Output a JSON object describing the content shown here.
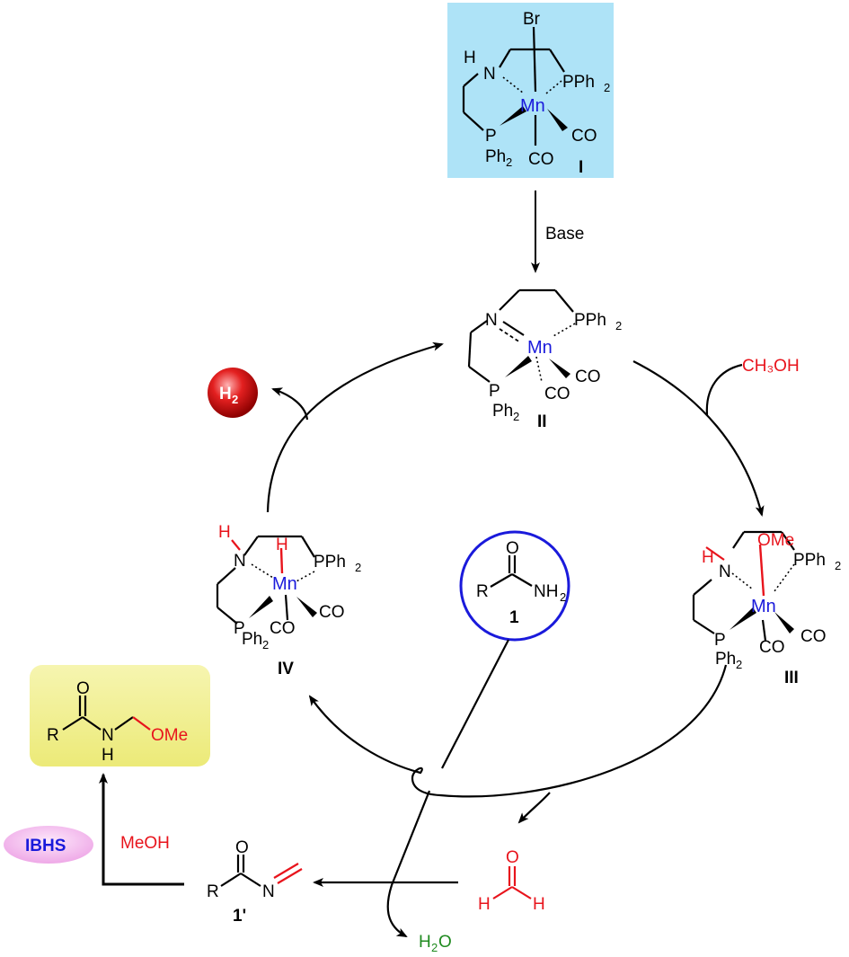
{
  "atoms": {
    "br": "Br",
    "h": "H",
    "n": "N",
    "p": "P",
    "pph": "PPh",
    "ph": "Ph",
    "sub2": "2",
    "mn": "Mn",
    "co": "CO",
    "o": "O",
    "r": "R",
    "nh": "NH",
    "ome": "OMe"
  },
  "labels": {
    "cat_i": "I",
    "cat_ii": "II",
    "cat_iii": "III",
    "cat_iv": "IV",
    "amide": "1",
    "imine": "1'"
  },
  "reagents": {
    "base": "Base",
    "ch3oh": "CH₃OH",
    "meoh": "MeOH",
    "h2o_h": "H",
    "h2o_sub": "2",
    "h2o_o": "O",
    "h2_h": "H",
    "h2_sub": "2",
    "ibhs": "IBHS"
  },
  "colors": {
    "manganese": "#1a1adb",
    "methanol_derived": "#e8141c",
    "water": "#1f8a1f",
    "catalyst_box": "#aee3f7",
    "product_box": "#f4f29a",
    "ibhs_pill": "#f5bff0",
    "amide_circle": "#1a1adb",
    "h2_sphere": "#e32020"
  }
}
